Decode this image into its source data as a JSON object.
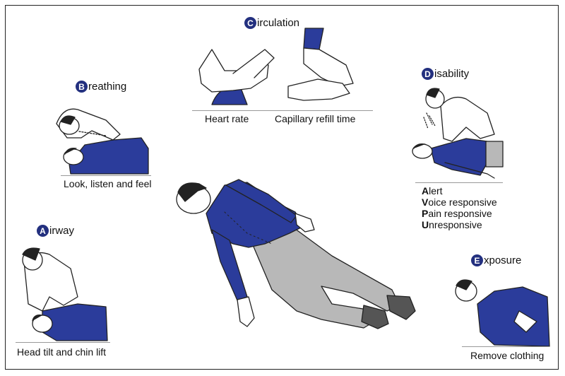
{
  "sections": {
    "circulation": {
      "letter": "C",
      "rest": "irculation",
      "captions": [
        "Heart rate",
        "Capillary refill time"
      ]
    },
    "breathing": {
      "letter": "B",
      "rest": "reathing",
      "caption": "Look, listen and feel"
    },
    "disability": {
      "letter": "D",
      "rest": "isability"
    },
    "airway": {
      "letter": "A",
      "rest": "irway",
      "caption": "Head tilt and chin lift"
    },
    "exposure": {
      "letter": "E",
      "rest": "xposure",
      "caption": "Remove clothing"
    }
  },
  "avpu": [
    {
      "letter": "A",
      "rest": "lert"
    },
    {
      "letter": "V",
      "rest": "oice responsive"
    },
    {
      "letter": "P",
      "rest": "ain responsive"
    },
    {
      "letter": "U",
      "rest": "nresponsive"
    }
  ],
  "colors": {
    "shirt_blue": "#2b3c9b",
    "trousers_gray": "#b8b8b8",
    "badge_navy": "#23307f",
    "outline": "#222222"
  }
}
